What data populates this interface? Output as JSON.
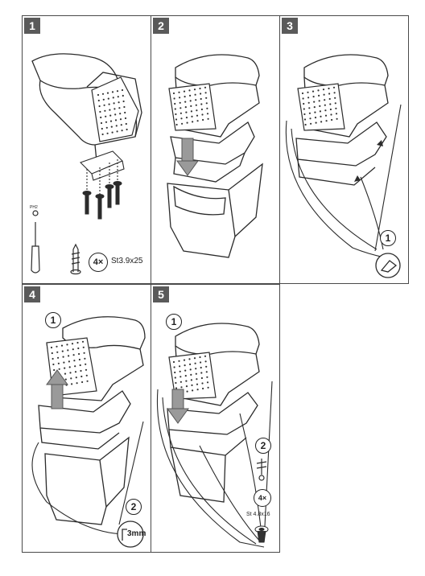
{
  "steps": [
    {
      "number": "1"
    },
    {
      "number": "2"
    },
    {
      "number": "3"
    },
    {
      "number": "4"
    },
    {
      "number": "5"
    }
  ],
  "step1": {
    "screw_count": "4×",
    "screw_spec": "St3.9x25",
    "driver_tip": "PH2"
  },
  "step3": {
    "marker": "1"
  },
  "step4": {
    "marker_a": "1",
    "marker_b": "2",
    "hex_size": "3mm"
  },
  "step5": {
    "marker_a": "1",
    "marker_b": "2",
    "screw_count": "4×",
    "screw_spec": "St 4.8x16"
  },
  "colors": {
    "line": "#2b2b2b",
    "badge": "#5a5a5a",
    "arrow": "#8a8a8a"
  }
}
